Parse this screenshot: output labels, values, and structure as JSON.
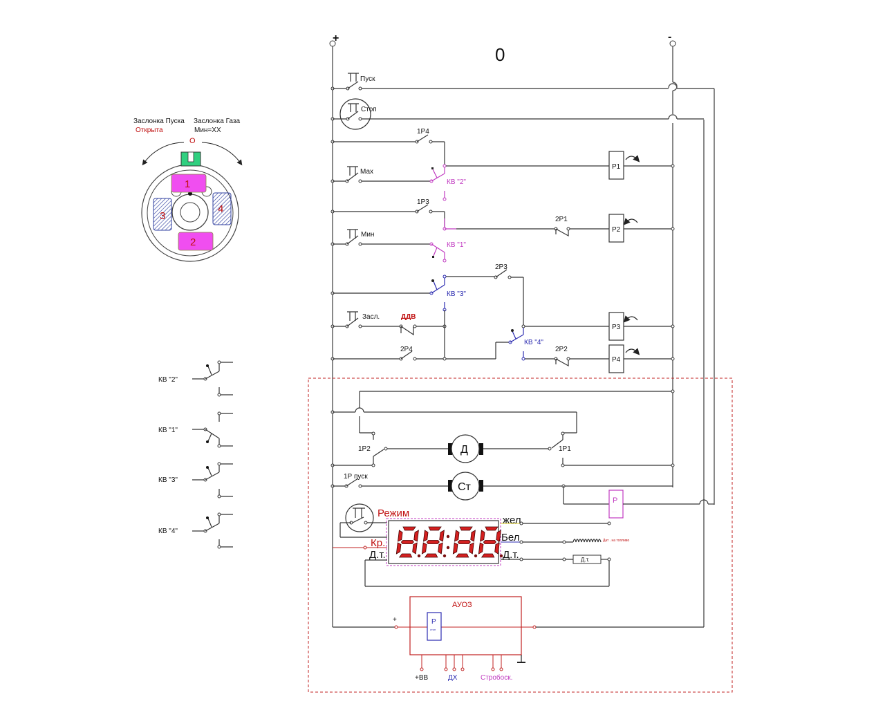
{
  "diagram": {
    "center_label": "0",
    "plus_label": "+",
    "minus_label": "-",
    "buttons": {
      "pusk": "Пуск",
      "stop": "Стоп",
      "max": "Мах",
      "min": "Мин",
      "zasl": "Засл.",
      "rezhim": "Режим"
    },
    "contacts": {
      "c1p4": "1Р4",
      "c1p3": "1Р3",
      "c2p1": "2Р1",
      "c2p3": "2Р3",
      "c2p4": "2Р4",
      "c2p2": "2Р2",
      "ddv": "ДДВ",
      "c1p2": "1Р2",
      "c1p1": "1Р1",
      "c1p_pusk": "1Р пуск"
    },
    "limit_switches": {
      "kv2": "КВ \"2\"",
      "kv1": "КВ \"1\"",
      "kv3": "КВ \"3\"",
      "kv4": "КВ \"4\""
    },
    "relays": {
      "p1": "Р1",
      "p2": "Р2",
      "p3": "Р3",
      "p4": "Р4",
      "p_small": "Р",
      "p_small_sub": "......",
      "p_stop": "Р",
      "p_stop_sub": "стоп"
    },
    "motors": {
      "d": "Д",
      "st": "Ст"
    },
    "damper": {
      "title_left": "Заслонка Пуска",
      "title_right": "Заслонка Газа",
      "state_left": "Открыта",
      "state_right": "Мин=ХХ",
      "pos_marker": "О",
      "switches": [
        "1",
        "2",
        "3",
        "4"
      ]
    },
    "display": {
      "digits": "88:88",
      "labels": {
        "kr": "Кр.",
        "dt_left": "Д.т.",
        "zhel": "жел",
        "bel": "Бел",
        "dt_right": "Д.т.",
        "dt_sensor": "Д.т.",
        "coil_note": "Дат . на топливо"
      }
    },
    "auoz": {
      "title": "АУОЗ",
      "plus": "+",
      "pin_vv": "+ВВ",
      "pin_dh": "ДХ",
      "pin_strob": "Стробоск."
    },
    "colors": {
      "red": "#c01010",
      "magenta": "#c03ac0",
      "blue": "#2a2ab0",
      "pink_fill": "#f04ef0",
      "green_fill": "#30d080"
    }
  }
}
